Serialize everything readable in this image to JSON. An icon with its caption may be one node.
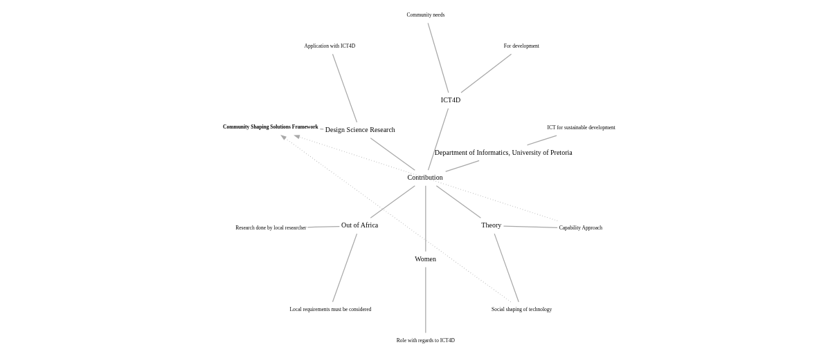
{
  "diagram": {
    "nodes": [
      {
        "text": [
          "Contribution"
        ]
      },
      {
        "text": [
          "Department of Informatics, University of Pretoria"
        ]
      },
      {
        "text": [
          "ICT for sustainable development"
        ]
      },
      {
        "text": [
          "ICT4D"
        ]
      },
      {
        "text": [
          "For development"
        ]
      },
      {
        "text": [
          "Community needs"
        ]
      },
      {
        "text": [
          "Design Science Research"
        ]
      },
      {
        "text": [
          "Application with ICT4D"
        ]
      },
      {
        "text": [
          "Out of Africa"
        ]
      },
      {
        "text": [
          "Research done by local researcher"
        ]
      },
      {
        "text": [
          "Local requirements must be considered"
        ]
      },
      {
        "text": [
          "Women"
        ]
      },
      {
        "text": [
          "Role with regards to ICT4D"
        ]
      },
      {
        "text": [
          "Theory"
        ]
      },
      {
        "text": [
          "Social shaping of technology"
        ]
      },
      {
        "text": [
          "Capability Approach"
        ]
      },
      {
        "text": [
          "Community Shaping Solutions Framework"
        ]
      }
    ],
    "edges": [
      {
        "from": 0,
        "to": 1,
        "arrow": "none"
      },
      {
        "from": 1,
        "to": 2,
        "arrow": "none"
      },
      {
        "from": 0,
        "to": 3,
        "arrow": "none"
      },
      {
        "from": 3,
        "to": 4,
        "arrow": "none"
      },
      {
        "from": 3,
        "to": 5,
        "arrow": "none"
      },
      {
        "from": 0,
        "to": 6,
        "arrow": "none"
      },
      {
        "from": 6,
        "to": 7,
        "arrow": "none"
      },
      {
        "from": 6,
        "to": 16,
        "arrow": "none"
      },
      {
        "from": 0,
        "to": 8,
        "arrow": "none"
      },
      {
        "from": 8,
        "to": 9,
        "arrow": "none"
      },
      {
        "from": 8,
        "to": 10,
        "arrow": "none"
      },
      {
        "from": 0,
        "to": 11,
        "arrow": "none"
      },
      {
        "from": 11,
        "to": 12,
        "arrow": "none"
      },
      {
        "from": 0,
        "to": 13,
        "arrow": "none"
      },
      {
        "from": 13,
        "to": 14,
        "arrow": "none"
      },
      {
        "from": 13,
        "to": 15,
        "arrow": "none"
      },
      {
        "from": 14,
        "to": 16,
        "arrow": "to",
        "style": "dashed"
      },
      {
        "from": 15,
        "to": 16,
        "arrow": "to",
        "style": "dashed"
      }
    ]
  }
}
